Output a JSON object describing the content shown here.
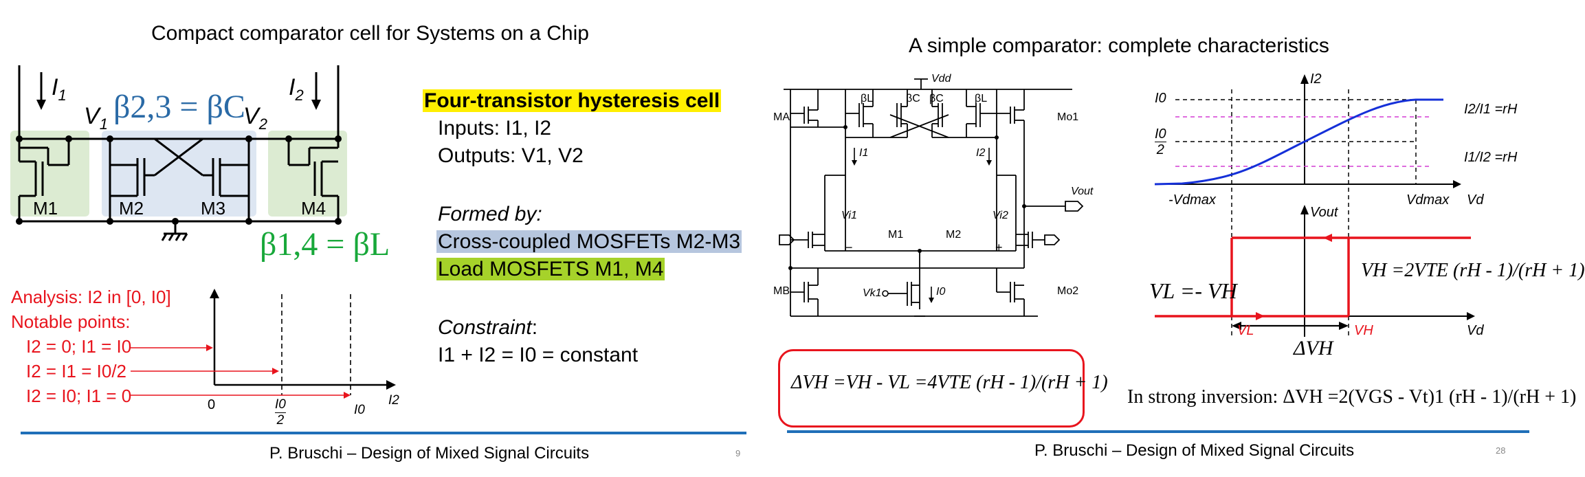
{
  "slide_left": {
    "title": "Compact comparator cell for Systems on a Chip",
    "circuit": {
      "i1": "I",
      "i1_sub": "1",
      "i2": "I",
      "i2_sub": "2",
      "v1": "V",
      "v1_sub": "1",
      "v2": "V",
      "v2_sub": "2",
      "m1": "M1",
      "m2": "M2",
      "m3": "M3",
      "m4": "M4",
      "beta_c_eq": "β2,3 = βC",
      "beta_l_eq": "β1,4 = βL"
    },
    "heading": "Four-transistor hysteresis cell",
    "inputs_line": "Inputs: I1, I2",
    "outputs_line": "Outputs: V1, V2",
    "formed_by": "Formed by:",
    "cross_coupled": "Cross-coupled MOSFETs M2-M3",
    "load": "Load MOSFETS M1, M4",
    "constraint_label": "Constraint",
    "constraint_eq": "I1 + I2 = I0 = constant",
    "analysis_line": "Analysis: I2 in [0, I0]",
    "notable": "Notable points:",
    "points": [
      "I2 = 0; I1 = I0",
      "I2 = I1 = I0/2",
      "I2 = I0; I1 = 0"
    ],
    "axis_zero": "0",
    "axis_half_num": "I0",
    "axis_half_den": "2",
    "axis_i0": "I0",
    "axis_i2": "I2",
    "footer": "P. Bruschi – Design of Mixed Signal Circuits",
    "page": "9"
  },
  "slide_right": {
    "title": "A simple comparator: complete characteristics",
    "schematic": {
      "vdd": "Vdd",
      "ma": "MA",
      "mo1": "Mo1",
      "mb": "MB",
      "mo2": "Mo2",
      "m1": "M1",
      "m2": "M2",
      "beta_l": "βL",
      "beta_c": "βC",
      "i1": "I1",
      "i2": "I2",
      "vi1": "Vi1",
      "vi2": "Vi2",
      "vout": "Vout",
      "vk1": "Vk1",
      "i0": "I0",
      "minus": "−",
      "plus": "+"
    },
    "char_top": {
      "i2": "I2",
      "i0": "I0",
      "i0_half_num": "I0",
      "i0_half_den": "2",
      "ratio1": "I2/I1 =rH",
      "ratio2": "I1/I2 =rH",
      "neg_vdmax": "-Vdmax",
      "vdmax": "Vdmax",
      "vd": "Vd"
    },
    "char_bottom": {
      "vout": "Vout",
      "vl_eq": "VL =- VH",
      "vh_eq": "VH =2VTE (rH - 1)/(rH + 1)",
      "vl": "VL",
      "vh": "VH",
      "delta": "ΔVH",
      "vd": "Vd"
    },
    "boxed_eq": "ΔVH =VH - VL =4VTE (rH - 1)/(rH + 1)",
    "strong_inversion": "In strong inversion: ΔVH =2(VGS - Vt)1 (rH - 1)/(rH + 1)",
    "footer": "P. Bruschi – Design of Mixed Signal Circuits",
    "page": "28"
  },
  "colors": {
    "red": "#e8141d",
    "blue_text": "#2a6aa6",
    "green_text": "#18a83a",
    "blue_box": "#dde6f2",
    "green_box": "#dcebd2",
    "highlight_yellow": "#ffef00",
    "highlight_blue": "#b6c6de",
    "highlight_green": "#a6d22a",
    "footer_line": "#1f6fb8",
    "curve_blue": "#1530d8",
    "dash_magenta": "#d43bd4"
  }
}
